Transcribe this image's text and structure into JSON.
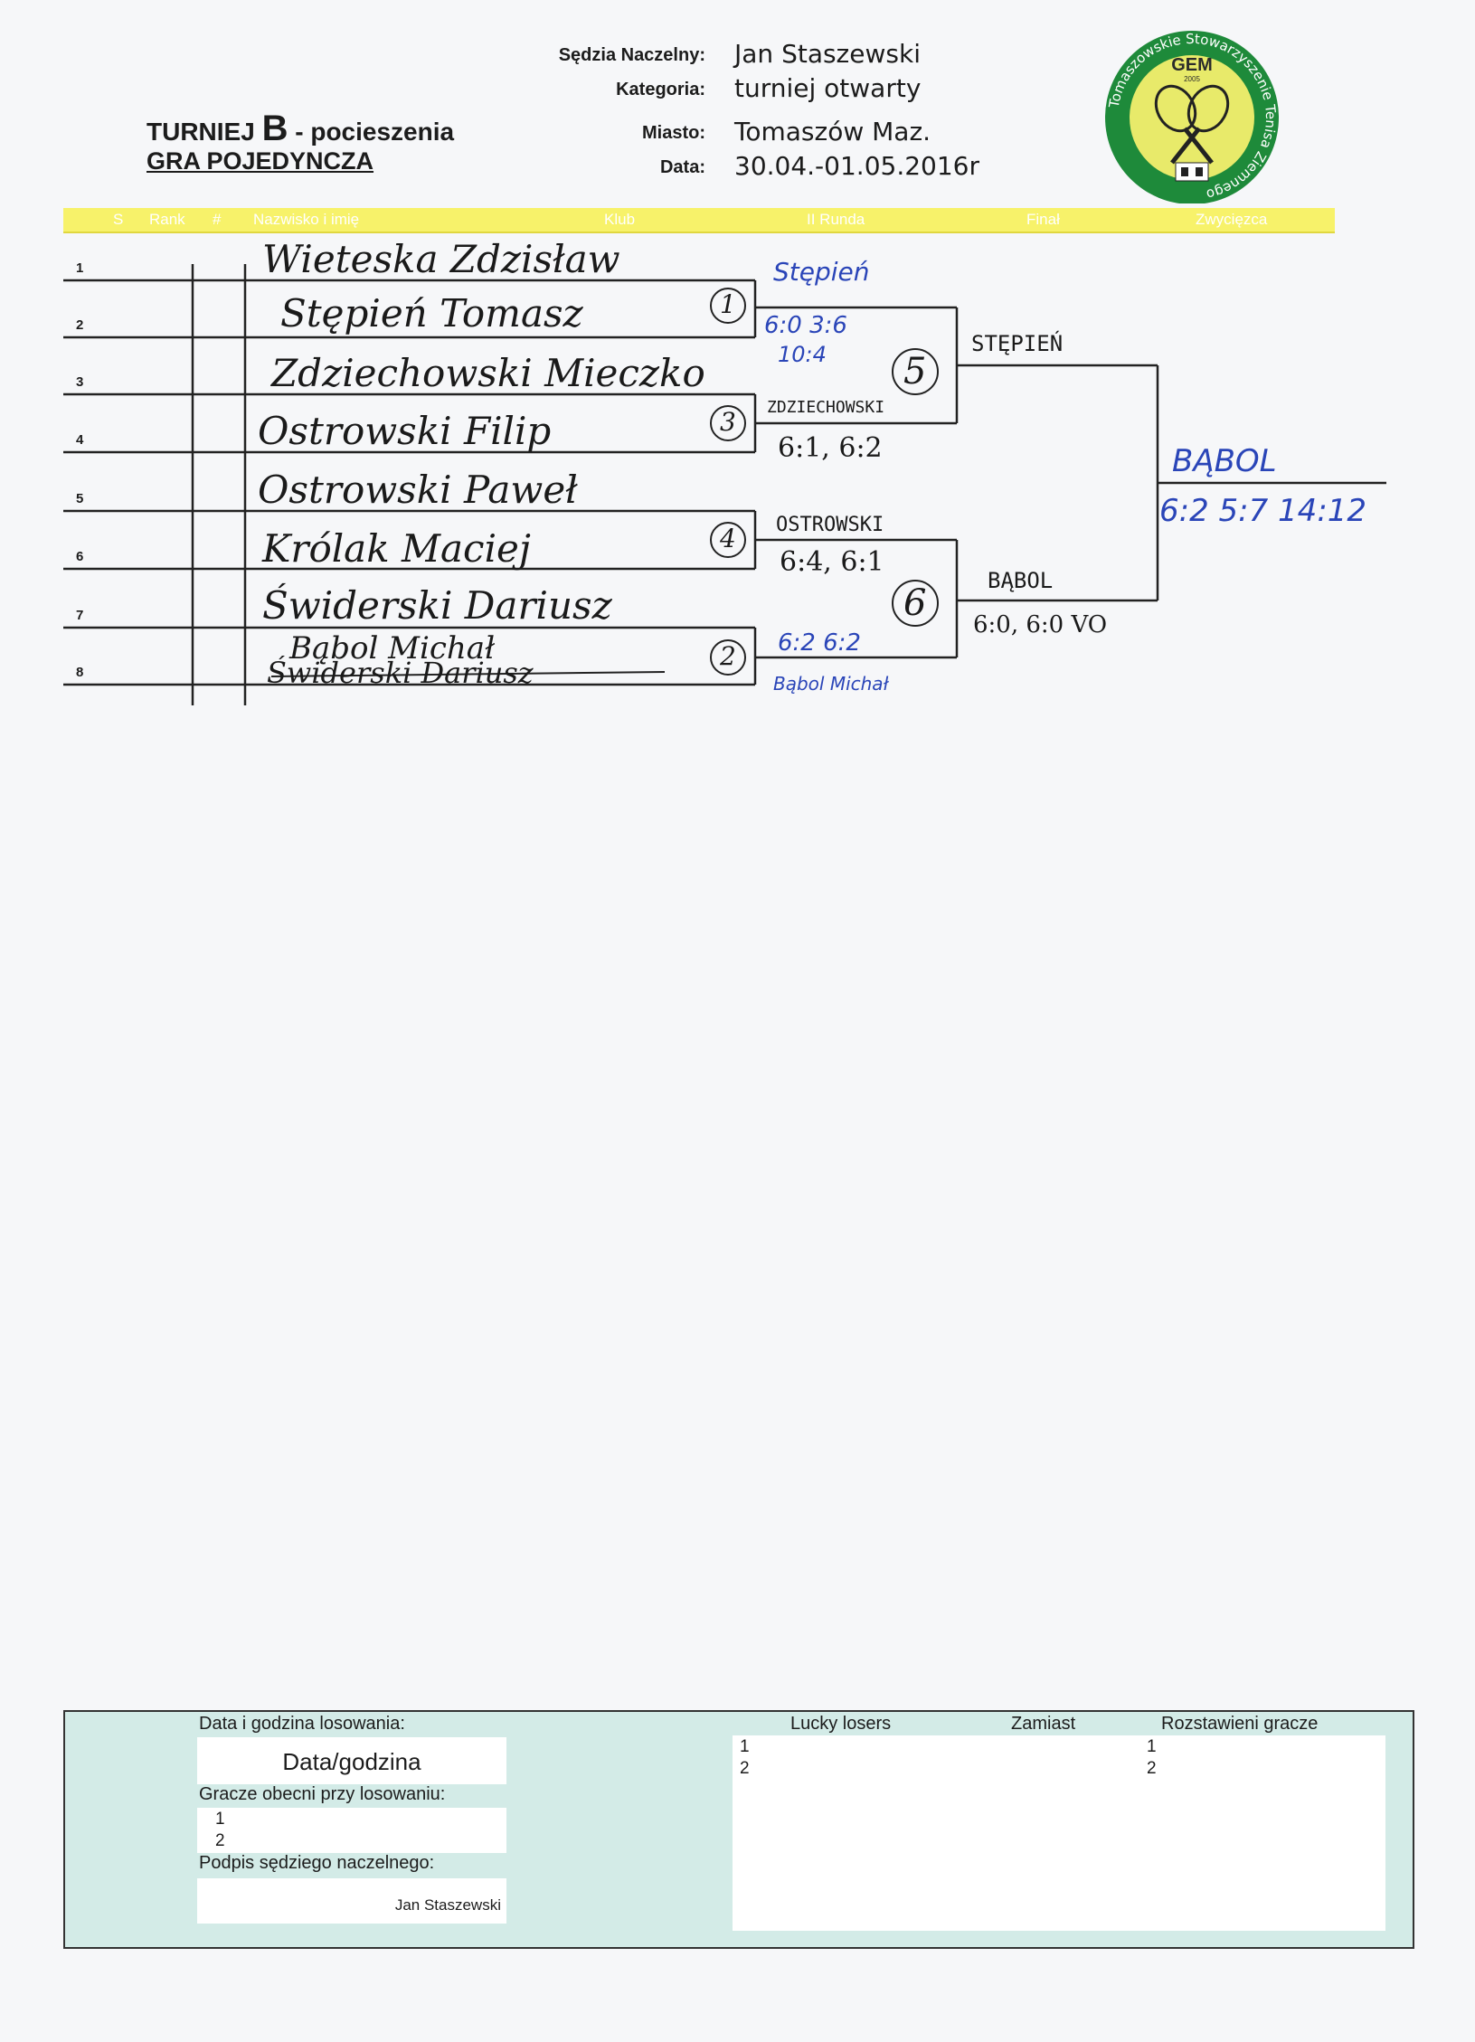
{
  "header": {
    "title_prefix": "TURNIEJ ",
    "title_letter": "B",
    "title_suffix": " - pocieszenia",
    "subtitle": "GRA POJEDYNCZA",
    "fields": [
      {
        "label": "Sędzia Naczelny:",
        "value": "Jan Staszewski"
      },
      {
        "label": "Kategoria:",
        "value": "turniej otwarty"
      },
      {
        "label": "Miasto:",
        "value": "Tomaszów Maz."
      },
      {
        "label": "Data:",
        "value": "30.04.-01.05.2016r"
      }
    ]
  },
  "logo": {
    "ring_text": "Tomaszowskie Stowarzyszenie Tenisa Ziemnego",
    "name": "GEM",
    "year": "2005",
    "colors": {
      "ring": "#1e8a3a",
      "fill": "#e8ea6a"
    }
  },
  "columns": [
    "S",
    "Rank",
    "#",
    "Nazwisko i imię",
    "Klub",
    "II Runda",
    "Finał",
    "Zwycięzca"
  ],
  "players": [
    {
      "num": "1",
      "name": "Wieteska Zdzisław"
    },
    {
      "num": "2",
      "name": "Stępień Tomasz"
    },
    {
      "num": "3",
      "name": "Zdziechowski Mieczko"
    },
    {
      "num": "4",
      "name": "Ostrowski Filip"
    },
    {
      "num": "5",
      "name": "Ostrowski Paweł"
    },
    {
      "num": "6",
      "name": "Królak Maciej"
    },
    {
      "num": "7",
      "name": "Świderski Dariusz"
    },
    {
      "num": "8",
      "name": "Bąbol Michał"
    }
  ],
  "crossed_name": "Świderski Dariusz",
  "match_numbers": [
    "1",
    "3",
    "4",
    "2",
    "5",
    "6"
  ],
  "round2": [
    {
      "winner": "Stępień",
      "score1": "6:0 3:6",
      "score2": "10:4"
    },
    {
      "winner": "ZDZIECHOWSKI",
      "score1": "6:1, 6:2"
    },
    {
      "winner": "OSTROWSKI",
      "score1": "6:4, 6:1"
    },
    {
      "winner": "Bąbol Michał",
      "score1": "6:2 6:2"
    }
  ],
  "final_round": [
    {
      "winner": "STĘPIEŃ"
    },
    {
      "winner": "BĄBOL",
      "score": "6:0, 6:0 VO"
    }
  ],
  "champion": {
    "name": "BĄBOL",
    "score": "6:2 5:7 14:12"
  },
  "footer": {
    "draw_label": "Data i godzina losowania:",
    "draw_value": "Data/godzina",
    "present_label": "Gracze obecni przy losowaniu:",
    "present": [
      "1",
      "2"
    ],
    "sign_label": "Podpis sędziego naczelnego:",
    "judge": "Jan Staszewski",
    "lucky_losers": "Lucky losers",
    "zamiast": "Zamiast",
    "seeded": "Rozstawieni gracze",
    "lucky_rows": [
      "1",
      "2"
    ],
    "seeded_rows": [
      "1",
      "2"
    ]
  }
}
